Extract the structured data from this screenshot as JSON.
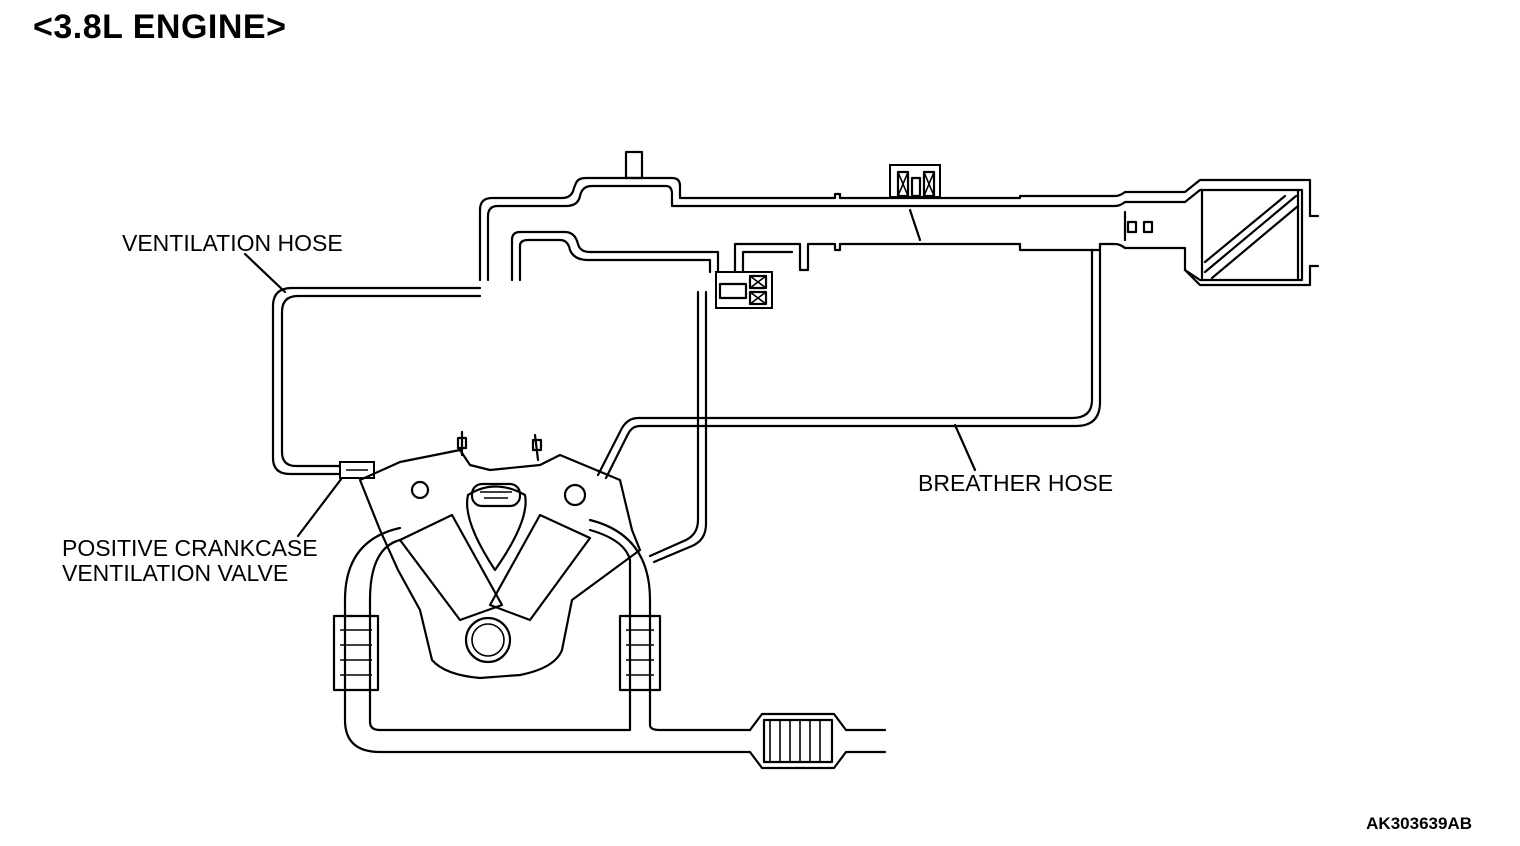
{
  "title": "<3.8L ENGINE>",
  "labels": {
    "ventilation_hose": "VENTILATION HOSE",
    "breather_hose": "BREATHER HOSE",
    "pcv_line1": "POSITIVE CRANKCASE",
    "pcv_line2": "VENTILATION VALVE"
  },
  "reference_code": "AK303639AB",
  "colors": {
    "line": "#000000",
    "background": "#ffffff"
  }
}
